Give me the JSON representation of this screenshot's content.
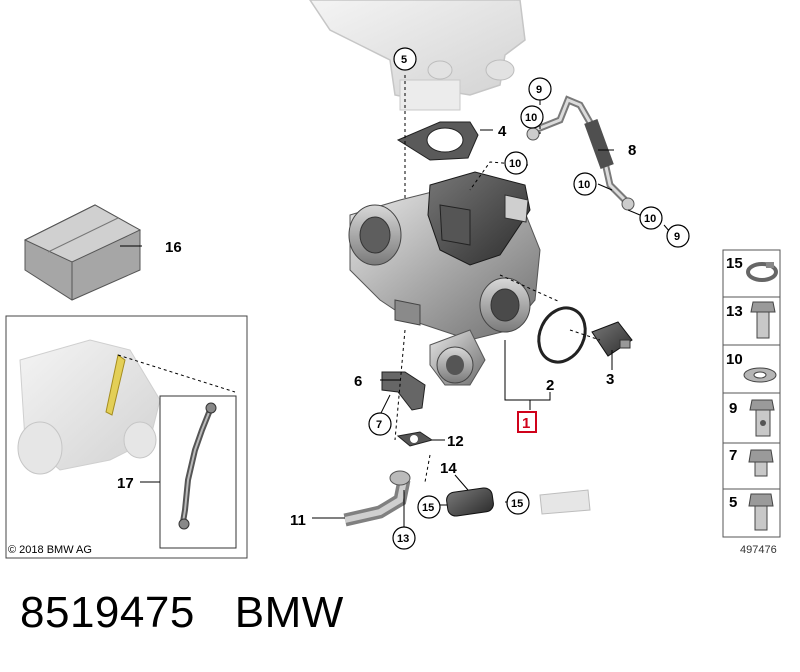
{
  "diagram": {
    "copyright": "© 2018 BMW AG",
    "diagram_number": "497476",
    "callouts": {
      "c1": "1",
      "c2": "2",
      "c3": "3",
      "c4": "4",
      "c5": "5",
      "c6": "6",
      "c7": "7",
      "c8": "8",
      "c9a": "9",
      "c9b": "9",
      "c10a": "10",
      "c10b": "10",
      "c10c": "10",
      "c10d": "10",
      "c11": "11",
      "c12": "12",
      "c13": "13",
      "c14": "14",
      "c15a": "15",
      "c15b": "15",
      "c16": "16",
      "c17": "17"
    },
    "legend": [
      "15",
      "13",
      "10",
      "9",
      "7",
      "5"
    ]
  },
  "footer": {
    "part_number": "8519475",
    "brand": "BMW"
  }
}
